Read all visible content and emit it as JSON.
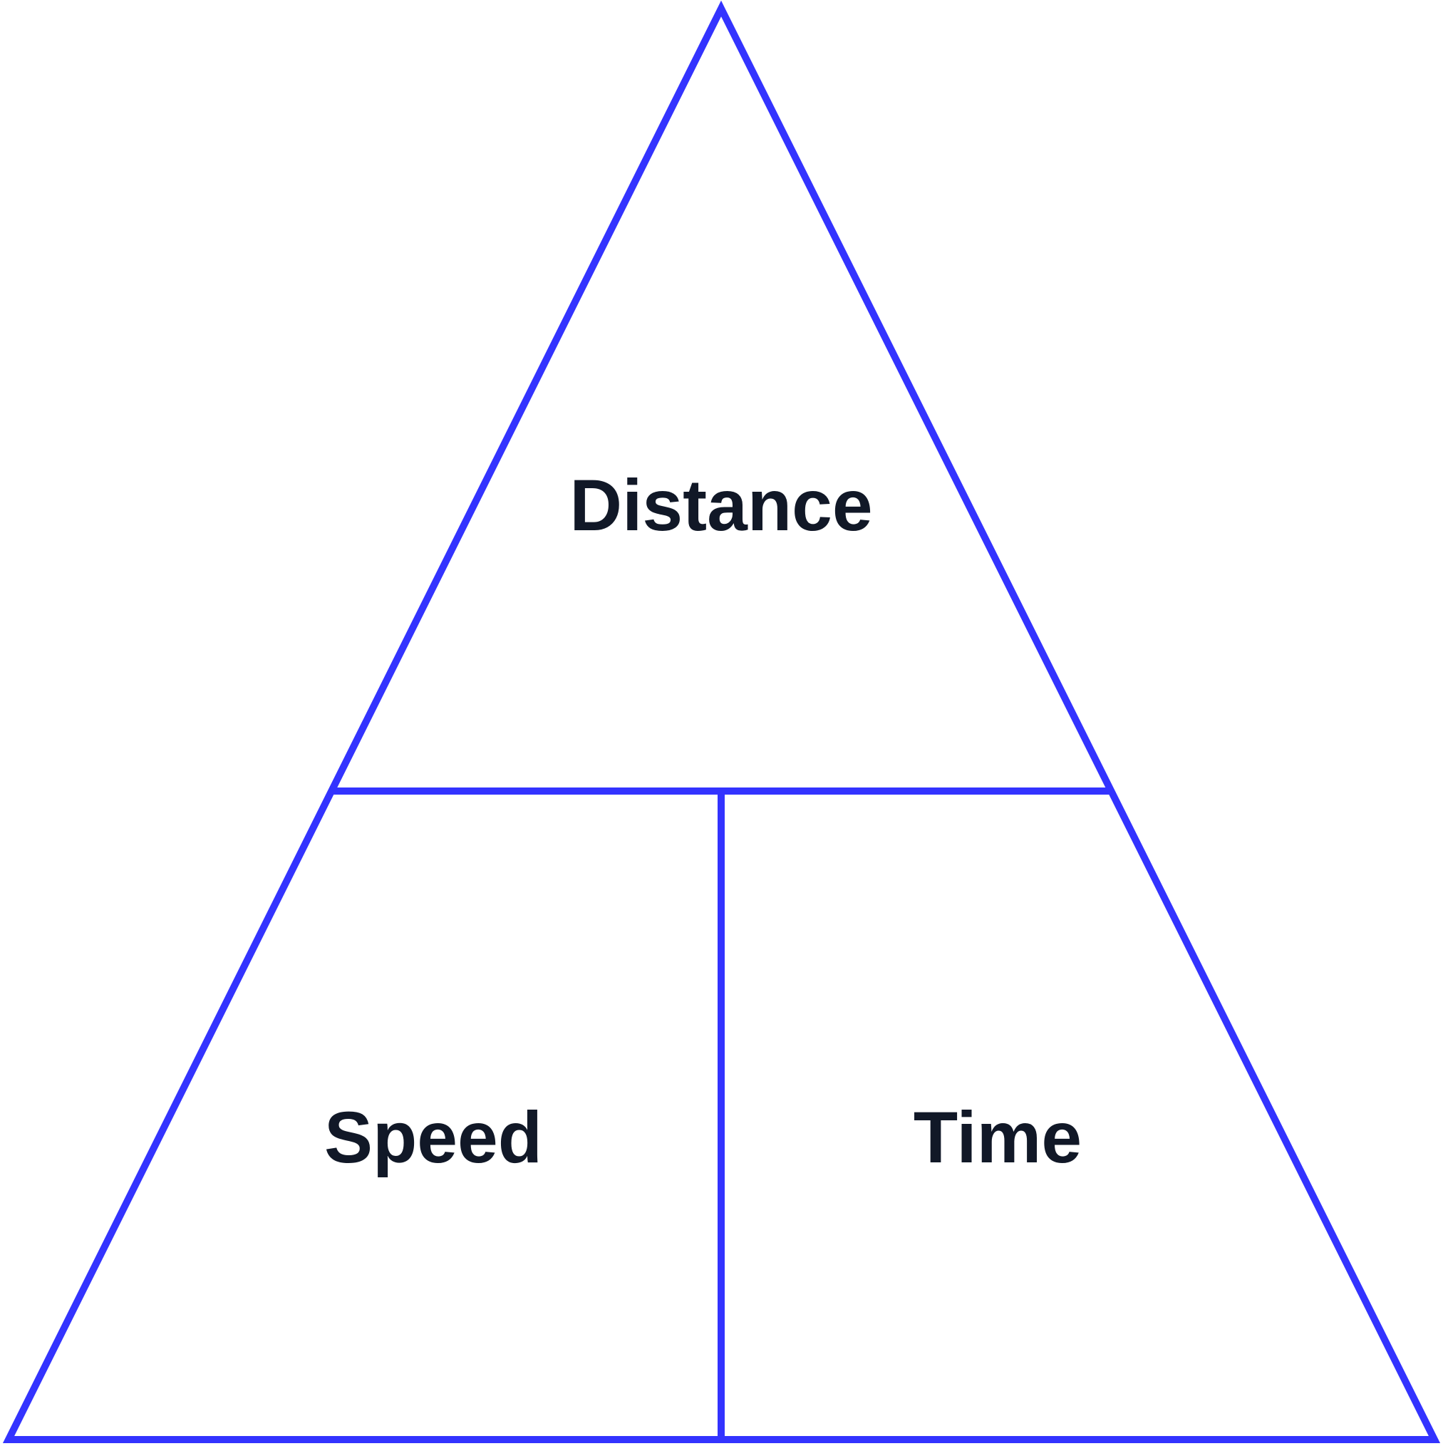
{
  "labels": {
    "top": "Distance",
    "bottom_left": "Speed",
    "bottom_right": "Time"
  },
  "colors": {
    "line": "#3333FF",
    "text": "#111827",
    "background": "#FFFFFF"
  }
}
